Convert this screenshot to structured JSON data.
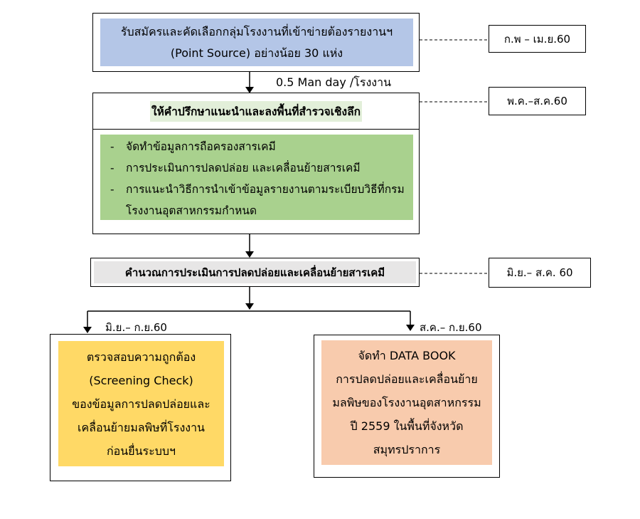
{
  "step1": {
    "line1": "รับสมัครและคัดเลือกกลุ่มโรงงานที่เข้าข่ายต้องรายงานฯ",
    "line2": "(Point Source) อย่างน้อย 30 แห่ง",
    "date": "ก.พ – เม.ย.60"
  },
  "effort_label": "0.5 Man day /โรงงาน",
  "step2": {
    "title": "ให้คำปรึกษาแนะนำและลงพื้นที่สำรวจเชิงลึก",
    "date": "พ.ค.–ส.ค.60",
    "items": [
      "จัดทำข้อมูลการถือครองสารเคมี",
      "การประเมินการปลดปล่อย  และเคลื่อนย้ายสารเคมี",
      "การแนะนำวิธีการนำเข้าข้อมูลรายงานตามระเบียบวิธีที่กรม"
    ],
    "item3_cont": "โรงงานอุตสาหกรรมกำหนด"
  },
  "step3": {
    "title": "คำนวณการประเมินการปลดปล่อยและเคลื่อนย้ายสารเคมี",
    "date": "มิ.ย.– ส.ค. 60"
  },
  "branch_left": {
    "date": "มิ.ย.– ก.ย.60",
    "lines": [
      "ตรวจสอบความถูกต้อง",
      "(Screening Check)",
      "ของข้อมูลการปลดปล่อยและ",
      "เคลื่อนย้ายมลพิษที่โรงงาน",
      "ก่อนยื่นระบบฯ"
    ]
  },
  "branch_right": {
    "date": "ส.ค.– ก.ย.60",
    "lines": [
      "จัดทำ DATA BOOK",
      "การปลดปล่อยและเคลื่อนย้าย",
      "มลพิษของโรงงานอุตสาหกรรม",
      "ปี 2559 ในพื้นที่จังหวัด",
      "สมุทรปราการ"
    ]
  },
  "colors": {
    "blue": "#b4c6e7",
    "green": "#a9d18e",
    "gray": "#e7e6e6",
    "yellow": "#ffd966",
    "peach": "#f8cbad"
  }
}
